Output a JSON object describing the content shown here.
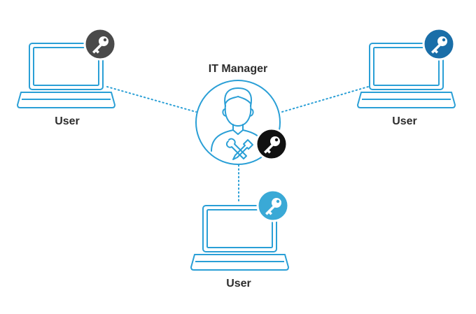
{
  "manager": {
    "title": "IT Manager"
  },
  "users": [
    {
      "label": "User",
      "key_color": "#4a4a4a"
    },
    {
      "label": "User",
      "key_color": "#1a6ea8"
    },
    {
      "label": "User",
      "key_color": "#3aa9d6"
    }
  ],
  "manager_key_color": "#111111",
  "colors": {
    "line": "#2a9fd6",
    "connector": "#2a9fd6",
    "text": "#2d2d2d"
  },
  "icons": {
    "laptop": "laptop-icon",
    "key": "key-icon",
    "person": "person-icon",
    "tools": "wrench-screwdriver-icon"
  }
}
